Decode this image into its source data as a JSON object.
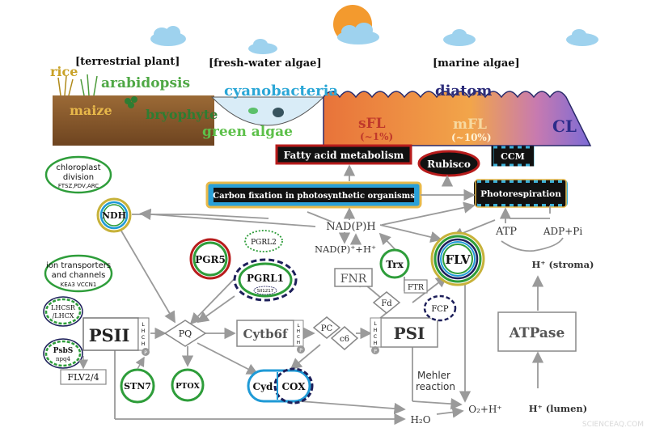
{
  "habitats": {
    "terrestrial": "[terrestrial plant]",
    "freshwater": "[fresh-water algae]",
    "marine": "[marine algae]"
  },
  "organisms": {
    "rice": "rice",
    "arabidopsis": "arabidopsis",
    "maize": "maize",
    "bryophyte": "bryophyte",
    "cyanobacteria": "cyanobacteria",
    "green_algae": "green algae",
    "diatom": "diatom"
  },
  "light": {
    "sfl": "sFL",
    "sfl_pct": "(~1%)",
    "mfl": "mFL",
    "mfl_pct": "(~10%)",
    "cl": "CL"
  },
  "boxes": {
    "fatty_acid": "Fatty acid metabolism",
    "rubisco": "Rubisco",
    "ccm": "CCM",
    "carbon_fixation": "Carbon fixation in photosynthetic organisms",
    "photorespiration": "Photorespiration"
  },
  "left_labels": {
    "chloroplast_division": "chloroplast",
    "chloroplast_division2": "division",
    "chloroplast_genes": "FTSZ,PDV,ARC",
    "ion_transporters": "ion transporters",
    "ion_transporters2": "and channels",
    "ion_genes": "KEA3 VCCN1"
  },
  "proteins": {
    "ndh": "NDH",
    "pgr5": "PGR5",
    "pgrl2": "PGRL2",
    "pgrl1": "PGRL1",
    "sll": "Sll1217",
    "lhcsr": "LHCSR",
    "lhcx": "/LHCX",
    "psbs": "PsbS",
    "npq4": "npq4",
    "psii": "PSII",
    "lhc": [
      "L",
      "H",
      "C",
      "H"
    ],
    "p": "P",
    "pq": "PQ",
    "cytb6f": "Cytb6f",
    "pc": "PC",
    "c6": "c6",
    "psi": "PSI",
    "fd": "Fd",
    "ftr": "FTR",
    "fnr": "FNR",
    "trx": "Trx",
    "flv": "FLV",
    "fcp": "FCP",
    "flv24": "FLV2/4",
    "stn7": "STN7",
    "ptox": "PTOX",
    "cyd": "Cyd",
    "cox": "COX",
    "atpase": "ATPase"
  },
  "metabolites": {
    "nadph": "NAD(P)H",
    "nadp": "NAD(P)⁺+H⁺",
    "atp": "ATP",
    "adp": "ADP+Pi",
    "h_stroma": "H⁺ (stroma)",
    "h_lumen": "H⁺ (lumen)",
    "mehler": "Mehler",
    "reaction": "reaction",
    "o2h": "O₂+H⁺",
    "h2o": "H₂O"
  },
  "watermark": "SCIENCEAQ.COM",
  "colors": {
    "sun": "#f39a2e",
    "cloud": "#9ed2ee",
    "soil": "#8a5a2b",
    "green_ring": "#2e9d3a",
    "dark_ring": "#1d1f5a",
    "blue_ring": "#1f9ad6",
    "red_ring": "#b71c1c"
  }
}
